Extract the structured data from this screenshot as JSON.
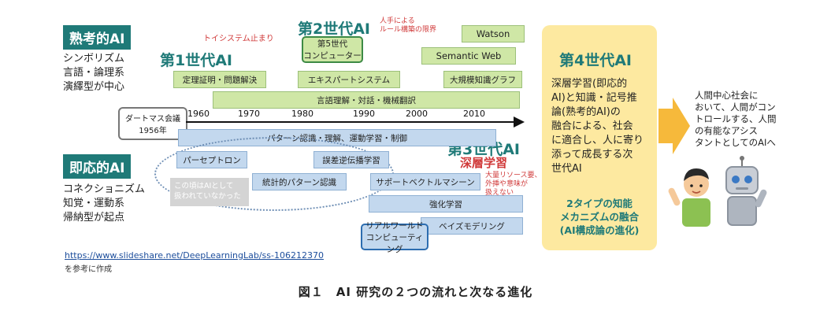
{
  "left": {
    "symbolic_tag": "熟考的AI",
    "symbolic_desc": [
      "シンボリズム",
      "言語・論理系",
      "演繹型が中心"
    ],
    "connectionist_tag": "即応的AI",
    "connectionist_desc": [
      "コネクショニズム",
      "知覚・運動系",
      "帰納型が起点"
    ]
  },
  "generations": {
    "gen1": "第1世代AI",
    "gen2": "第2世代AI",
    "gen3": "第3世代AI",
    "gen4": "第4世代AI"
  },
  "notes": {
    "toy": "トイシステム止まり",
    "human_rules": [
      "人手による",
      "ルール構築の限界"
    ],
    "big_resource": [
      "大量リソース要、",
      "外挿や意味が",
      "扱えない"
    ],
    "not_ai": [
      "この頃はAIとして",
      "扱われていなかった"
    ]
  },
  "green_boxes": {
    "gen5": [
      "第5世代",
      "コンピューター"
    ],
    "watson": "Watson",
    "semantic_web": "Semantic Web",
    "theorem": "定理証明・問題解決",
    "expert": "エキスパートシステム",
    "kg": "大規模知識グラフ",
    "language": "言語理解・対話・機械翻訳"
  },
  "blue_boxes": {
    "pattern": "パターン認識・理解、運動学習・制御",
    "perceptron": "パーセプトロン",
    "backprop": "誤差逆伝播学習",
    "statistical": "統計的パターン認識",
    "svm": "サポートベクトルマシーン",
    "rl": "強化学習",
    "bayes": "ベイズモデリング",
    "realworld": [
      "リアルワールド",
      "コンピューティング"
    ]
  },
  "deep_learning": "深層学習",
  "timeline": {
    "dartmouth": [
      "ダートマス会議",
      "1956年"
    ],
    "years": [
      "1960",
      "1970",
      "1980",
      "1990",
      "2000",
      "2010"
    ]
  },
  "gen4_panel": {
    "body": [
      "深層学習(即応的",
      "AI)と知識・記号推",
      "論(熟考的AI)の",
      "融合による、社会",
      "に適合し、人に寄り",
      "添って成長する次",
      "世代AI"
    ],
    "sub": [
      "2タイプの知能",
      "メカニズムの融合",
      "(AI構成論の進化)"
    ]
  },
  "right_text": [
    "人間中心社会に",
    "おいて、人間がコン",
    "トロールする、人間",
    "の有能なアシス",
    "タントとしてのAIへ"
  ],
  "source": {
    "url": "https://www.slideshare.net/DeepLearningLab/ss-106212370",
    "note": "を参考に作成"
  },
  "caption": "図１　AI 研究の２つの流れと次なる進化",
  "colors": {
    "teal": "#1f7a78",
    "green": "#cfe7a6",
    "blue": "#c3d8ee",
    "yellow": "#fde9a0",
    "arrow": "#f6b93b",
    "red": "#d03a3a"
  }
}
